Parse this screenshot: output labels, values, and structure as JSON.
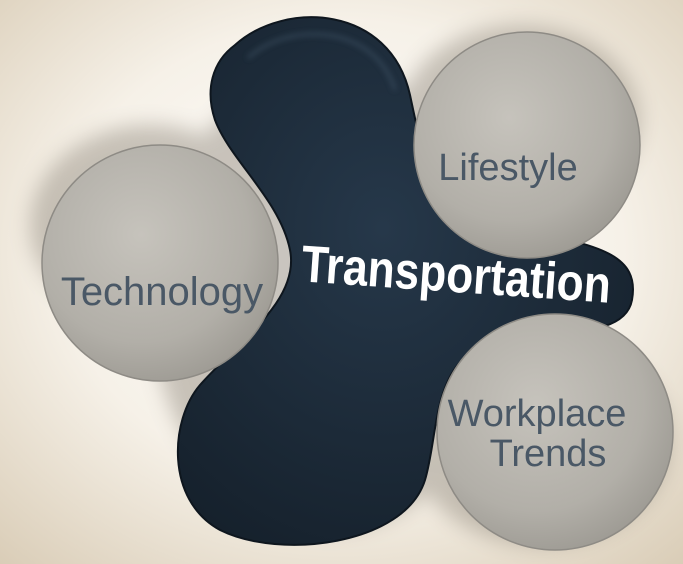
{
  "diagram": {
    "center": {
      "label": "Transportation"
    },
    "nodes": [
      {
        "id": "technology",
        "label": "Technology"
      },
      {
        "id": "lifestyle",
        "label": "Lifestyle"
      },
      {
        "id": "workplace",
        "lines": [
          "Workplace",
          "Trends"
        ]
      }
    ]
  },
  "colors": {
    "background": "#ede4d6",
    "blob": "#1e2c39",
    "circle": "#b4b1aa",
    "circle_text": "#4a5866",
    "center_text": "#ffffff"
  }
}
